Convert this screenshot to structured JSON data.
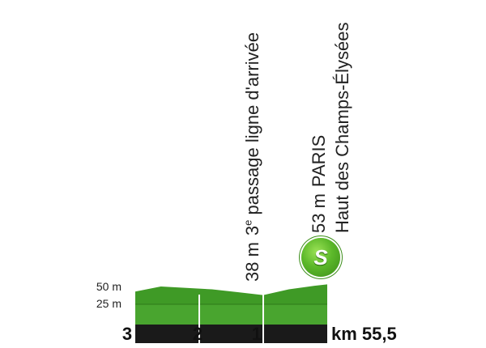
{
  "labels": {
    "third_passage_alt": "38 m",
    "third_passage_ordinal": "3",
    "third_passage_sup": "e",
    "third_passage_text": "passage ligne d'arrivée",
    "paris_alt": "53 m",
    "paris_name": "PARIS",
    "paris_sub": "Haut des Champs-Élysées"
  },
  "altitude_scale": [
    "50 m",
    "25 m"
  ],
  "km_markers": [
    "3",
    "2",
    "1"
  ],
  "total_distance": "km 55,5",
  "sprint_badge": {
    "letter": "S",
    "color": "#5cb82a"
  },
  "colors": {
    "terrain": "#3f9a26",
    "terrain_light": "#56b33b",
    "road": "#1a1a1a"
  },
  "profile": {
    "km_range": [
      3,
      0
    ],
    "altitude_range": [
      25,
      53
    ],
    "points": [
      {
        "km": 3.0,
        "alt": 43
      },
      {
        "km": 2.6,
        "alt": 50
      },
      {
        "km": 2.2,
        "alt": 48
      },
      {
        "km": 1.8,
        "alt": 46
      },
      {
        "km": 1.4,
        "alt": 42
      },
      {
        "km": 1.0,
        "alt": 38
      },
      {
        "km": 0.6,
        "alt": 46
      },
      {
        "km": 0.2,
        "alt": 51
      },
      {
        "km": 0.0,
        "alt": 53
      }
    ]
  }
}
